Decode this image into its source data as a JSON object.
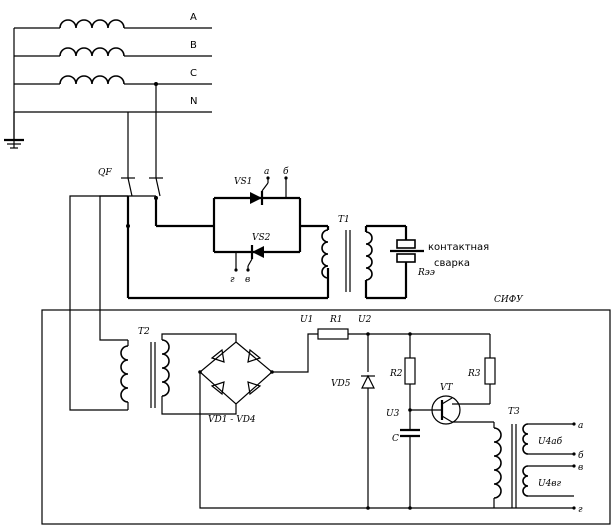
{
  "phases": {
    "a": "A",
    "b": "B",
    "c": "C",
    "n": "N"
  },
  "breaker": "QF",
  "thyristors": {
    "vs1": "VS1",
    "vs2": "VS2"
  },
  "transformers": {
    "t1": "T1",
    "t2": "T2",
    "t3": "T3"
  },
  "terminals": {
    "a": "а",
    "b": "б",
    "v": "в",
    "g": "г"
  },
  "welding": {
    "resistance": "Rээ",
    "line1": "контактная",
    "line2": "сварка"
  },
  "control_block": "СИФУ",
  "components": {
    "u1": "U1",
    "r1": "R1",
    "u2": "U2",
    "u3": "U3",
    "vd5": "VD5",
    "r2": "R2",
    "r3": "R3",
    "vt": "VT",
    "cap": "C",
    "bridge": "VD1 - VD4",
    "uab": "U4аб",
    "uvg": "U4вг"
  },
  "colors": {
    "line": "#000000",
    "background": "#ffffff"
  }
}
